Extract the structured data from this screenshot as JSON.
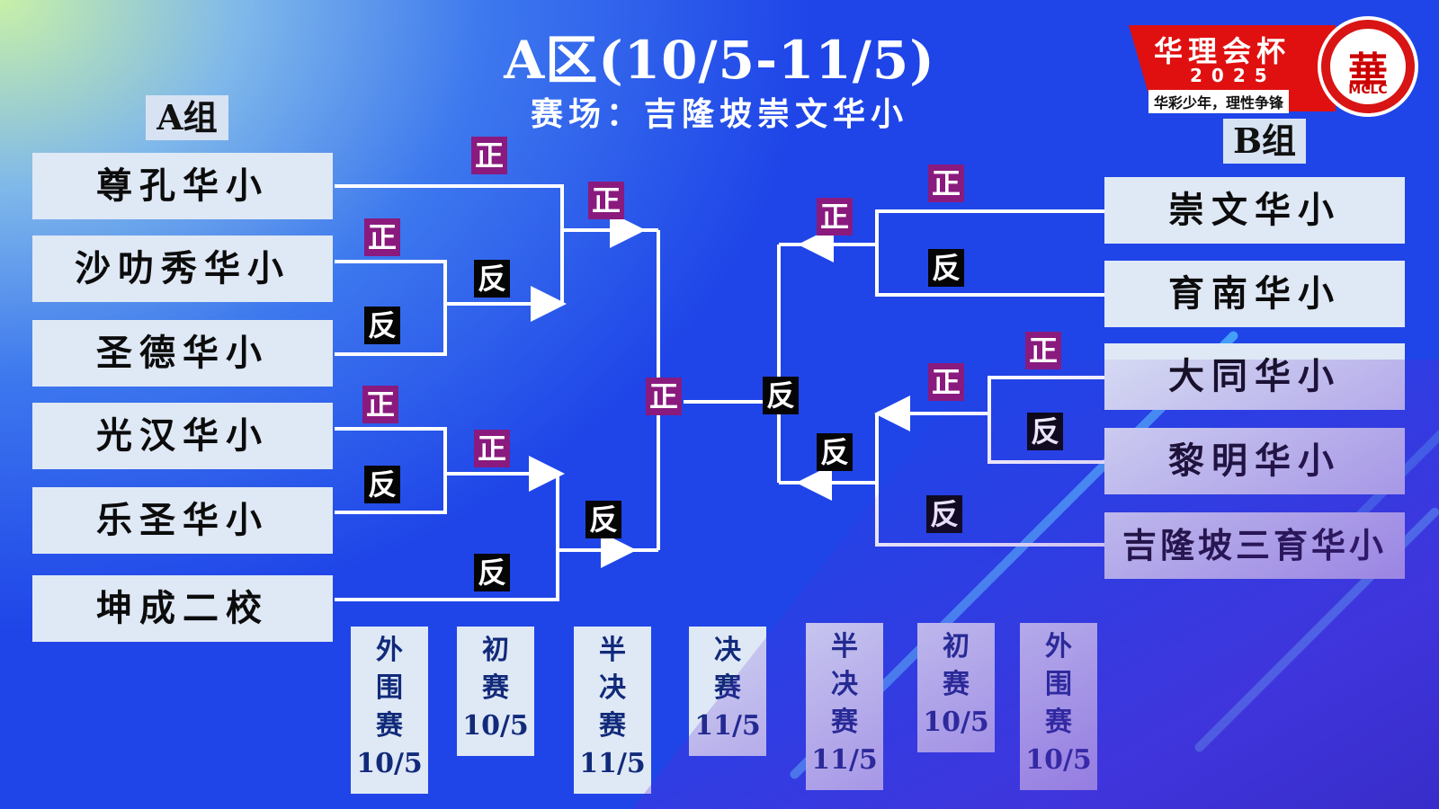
{
  "header": {
    "title": "A区(10/5-11/5)",
    "venue": "赛场：吉隆坡崇文华小"
  },
  "logo": {
    "name": "华理会杯",
    "year": "2025",
    "slogan": "华彩少年，理性争锋",
    "seal_char": "華",
    "seal_abbr": "MCLC"
  },
  "groups": {
    "a_label": "A组",
    "b_label": "B组"
  },
  "teams_a": [
    "尊孔华小",
    "沙叻秀华小",
    "圣德华小",
    "光汉华小",
    "乐圣华小",
    "坤成二校"
  ],
  "teams_b": [
    "崇文华小",
    "育南华小",
    "大同华小",
    "黎明华小",
    "吉隆坡三育华小"
  ],
  "side_labels": {
    "win": "正",
    "lose": "反"
  },
  "rounds": [
    {
      "name": [
        "外",
        "围",
        "赛"
      ],
      "date": "10/5"
    },
    {
      "name": [
        "初",
        "赛"
      ],
      "date": "10/5"
    },
    {
      "name": [
        "半",
        "决",
        "赛"
      ],
      "date": "11/5"
    },
    {
      "name": [
        "决",
        "赛"
      ],
      "date": "11/5"
    },
    {
      "name": [
        "半",
        "决",
        "赛"
      ],
      "date": "11/5"
    },
    {
      "name": [
        "初",
        "赛"
      ],
      "date": "10/5"
    },
    {
      "name": [
        "外",
        "围",
        "赛"
      ],
      "date": "10/5"
    }
  ],
  "colors": {
    "win_tag": "#8a1a7e",
    "lose_tag": "#050505",
    "background": "#2048e6",
    "logo_red": "#e01010"
  }
}
